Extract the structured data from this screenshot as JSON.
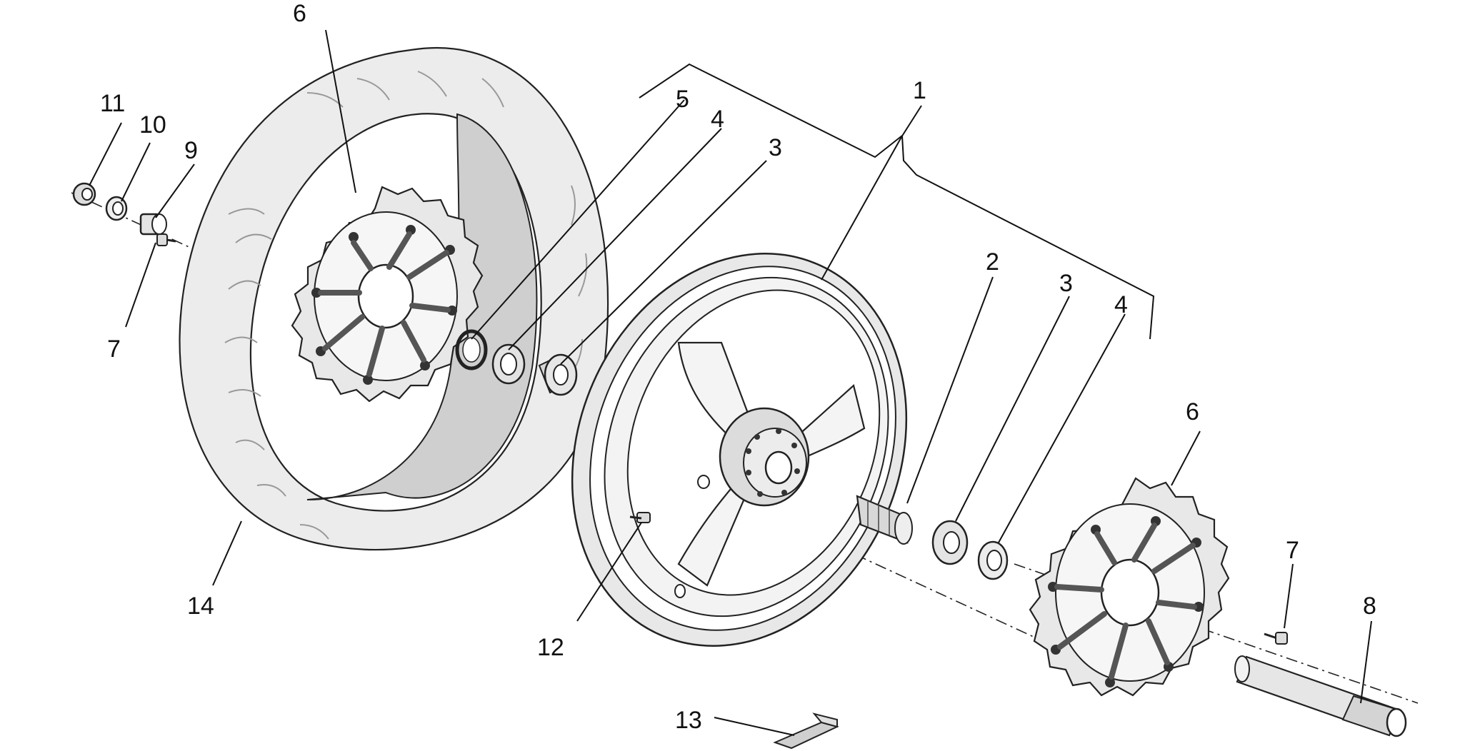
{
  "diagram": {
    "callouts": {
      "c1": "1",
      "c2": "2",
      "c3a": "3",
      "c3b": "3",
      "c4a": "4",
      "c4b": "4",
      "c5": "5",
      "c6a": "6",
      "c6b": "6",
      "c7a": "7",
      "c7b": "7",
      "c8": "8",
      "c9": "9",
      "c10": "10",
      "c11": "11",
      "c12": "12",
      "c13": "13",
      "c14": "14"
    }
  }
}
